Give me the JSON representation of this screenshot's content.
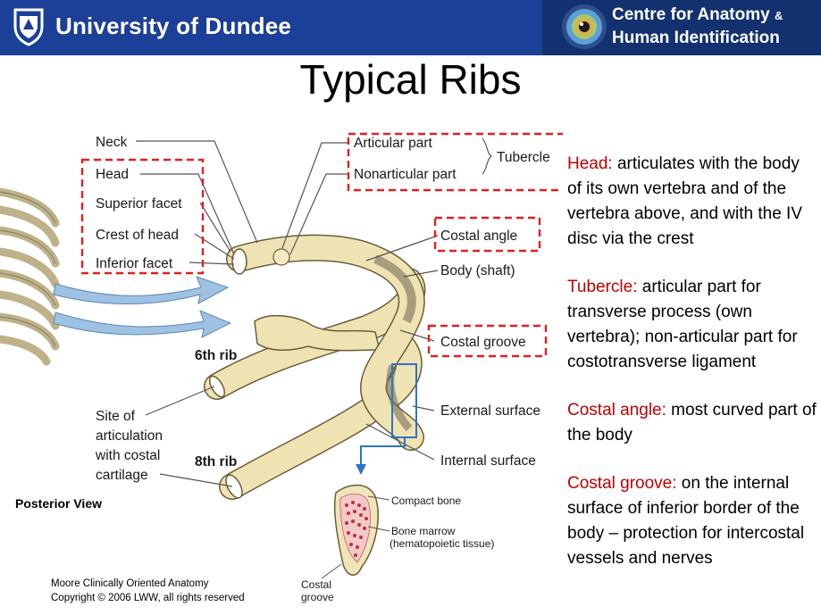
{
  "header": {
    "university": "University of Dundee",
    "centre_line1": "Centre for Anatomy",
    "centre_amp": "&",
    "centre_line2": "Human Identification"
  },
  "title": "Typical Ribs",
  "labels": {
    "neck": "Neck",
    "head": "Head",
    "superior_facet": "Superior facet",
    "crest_of_head": "Crest of head",
    "inferior_facet": "Inferior facet",
    "articular_part": "Articular part",
    "nonarticular_part": "Nonarticular part",
    "tubercle": "Tubercle",
    "costal_angle": "Costal angle",
    "body_shaft": "Body (shaft)",
    "costal_groove": "Costal groove",
    "rib6": "6th rib",
    "rib8": "8th rib",
    "site_lines": [
      "Site of",
      "articulation",
      "with costal",
      "cartilage"
    ],
    "external_surface": "External surface",
    "internal_surface": "Internal surface",
    "compact_bone": "Compact bone",
    "bone_marrow": "Bone marrow",
    "hematopoietic": "(hematopoietic tissue)",
    "costal_groove_small_1": "Costal",
    "costal_groove_small_2": "groove"
  },
  "descriptions": [
    {
      "term": "Head:",
      "text": " articulates with the body of its own vertebra and of the vertebra above, and with the IV disc via the crest"
    },
    {
      "term": "Tubercle:",
      "text": " articular part for transverse process (own vertebra); non-articular part for costotransverse ligament"
    },
    {
      "term": "Costal angle:",
      "text": " most curved part of the body"
    },
    {
      "term": "Costal groove:",
      "text": " on the internal surface of inferior border of the body – protection for intercostal vessels and nerves"
    }
  ],
  "posterior_view": "Posterior View",
  "credit": {
    "line1": "Moore Clinically Oriented Anatomy",
    "line2": "Copyright © 2006 LWW, all rights reserved"
  },
  "colors": {
    "header_blue": "#1c3f97",
    "accent_red": "#c00000",
    "bone": "#efe3b4",
    "callout_blue": "#2d74c6"
  }
}
